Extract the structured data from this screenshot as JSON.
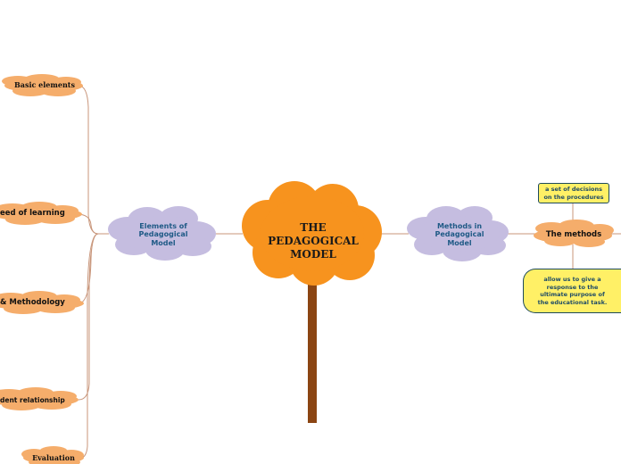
{
  "root": {
    "lines": [
      "THE",
      "PEDAGOGICAL",
      "MODEL"
    ]
  },
  "left_topic": {
    "lines": [
      "Elements of",
      "Pedagogical",
      "Model"
    ]
  },
  "right_topic": {
    "lines": [
      "Methods in",
      "Pedagogical",
      "Model"
    ]
  },
  "left_items": [
    {
      "label": "Basic elements"
    },
    {
      "label": "eed of learning"
    },
    {
      "label": "& Methodology"
    },
    {
      "label": "dent relationship"
    },
    {
      "label": "Evaluation"
    }
  ],
  "methods": {
    "label": "The methods",
    "note_top": {
      "lines": [
        "a set of decisions",
        "on the procedures"
      ]
    },
    "note_bottom": {
      "lines": [
        "allow us to give a",
        "response to the",
        "ultimate purpose of",
        "the educational task."
      ]
    }
  },
  "colors": {
    "root_fill": "#f7931e",
    "trunk": "#8b4513",
    "topic_fill": "#c5bde0",
    "leaf_fill": "#f5ad6b",
    "note_fill": "#fff066",
    "connector": "#c8957a"
  }
}
